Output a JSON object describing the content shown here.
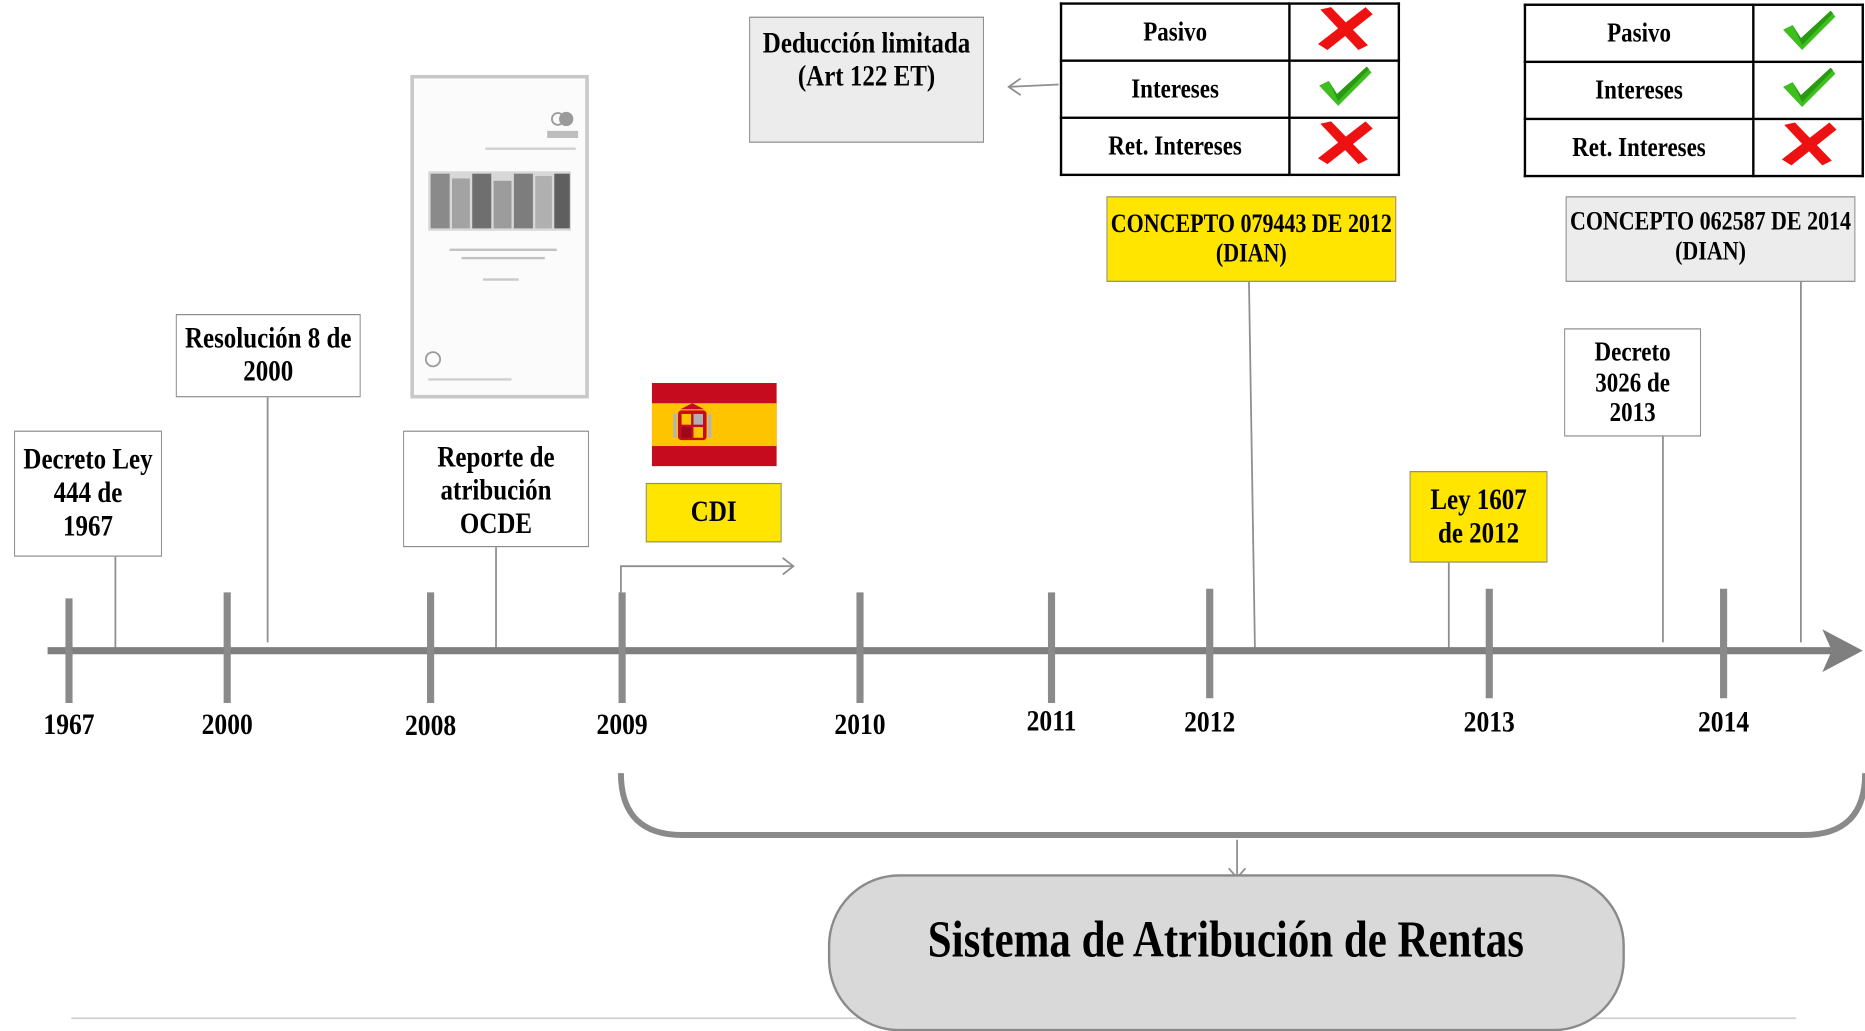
{
  "timeline": {
    "years": [
      "1967",
      "2000",
      "2008",
      "2009",
      "2010",
      "2011",
      "2012",
      "2013",
      "2014"
    ]
  },
  "events": {
    "decreto_ley_444": "Decreto Ley\n444 de\n1967",
    "resolucion_8": "Resolución 8 de\n2000",
    "reporte_ocde": "Reporte de\natribución OCDE",
    "cdi": "CDI",
    "deduccion_limitada": "Deducción limitada\n(Art 122 ET)",
    "concepto_2012": "CONCEPTO 079443 DE 2012\n(DIAN)",
    "ley_1607": "Ley 1607\nde 2012",
    "decreto_3026": "Decreto\n3026 de\n2013",
    "concepto_2014": "CONCEPTO 062587 DE 2014\n(DIAN)"
  },
  "status_tables": [
    {
      "rows": [
        {
          "label": "Pasivo",
          "status": "cross-icon"
        },
        {
          "label": "Intereses",
          "status": "check-icon"
        },
        {
          "label": "Ret. Intereses",
          "status": "cross-icon"
        }
      ]
    },
    {
      "rows": [
        {
          "label": "Pasivo",
          "status": "check-icon"
        },
        {
          "label": "Intereses",
          "status": "check-icon"
        },
        {
          "label": "Ret. Intereses",
          "status": "cross-icon"
        }
      ]
    }
  ],
  "conclusion": "Sistema de Atribución de Rentas",
  "colors": {
    "axis": "#7f7f7f",
    "highlight": "#ffe500",
    "check": "#3fbf1f",
    "cross": "#ee1111",
    "flag_red": "#c60b1e",
    "flag_yellow": "#ffc400"
  }
}
